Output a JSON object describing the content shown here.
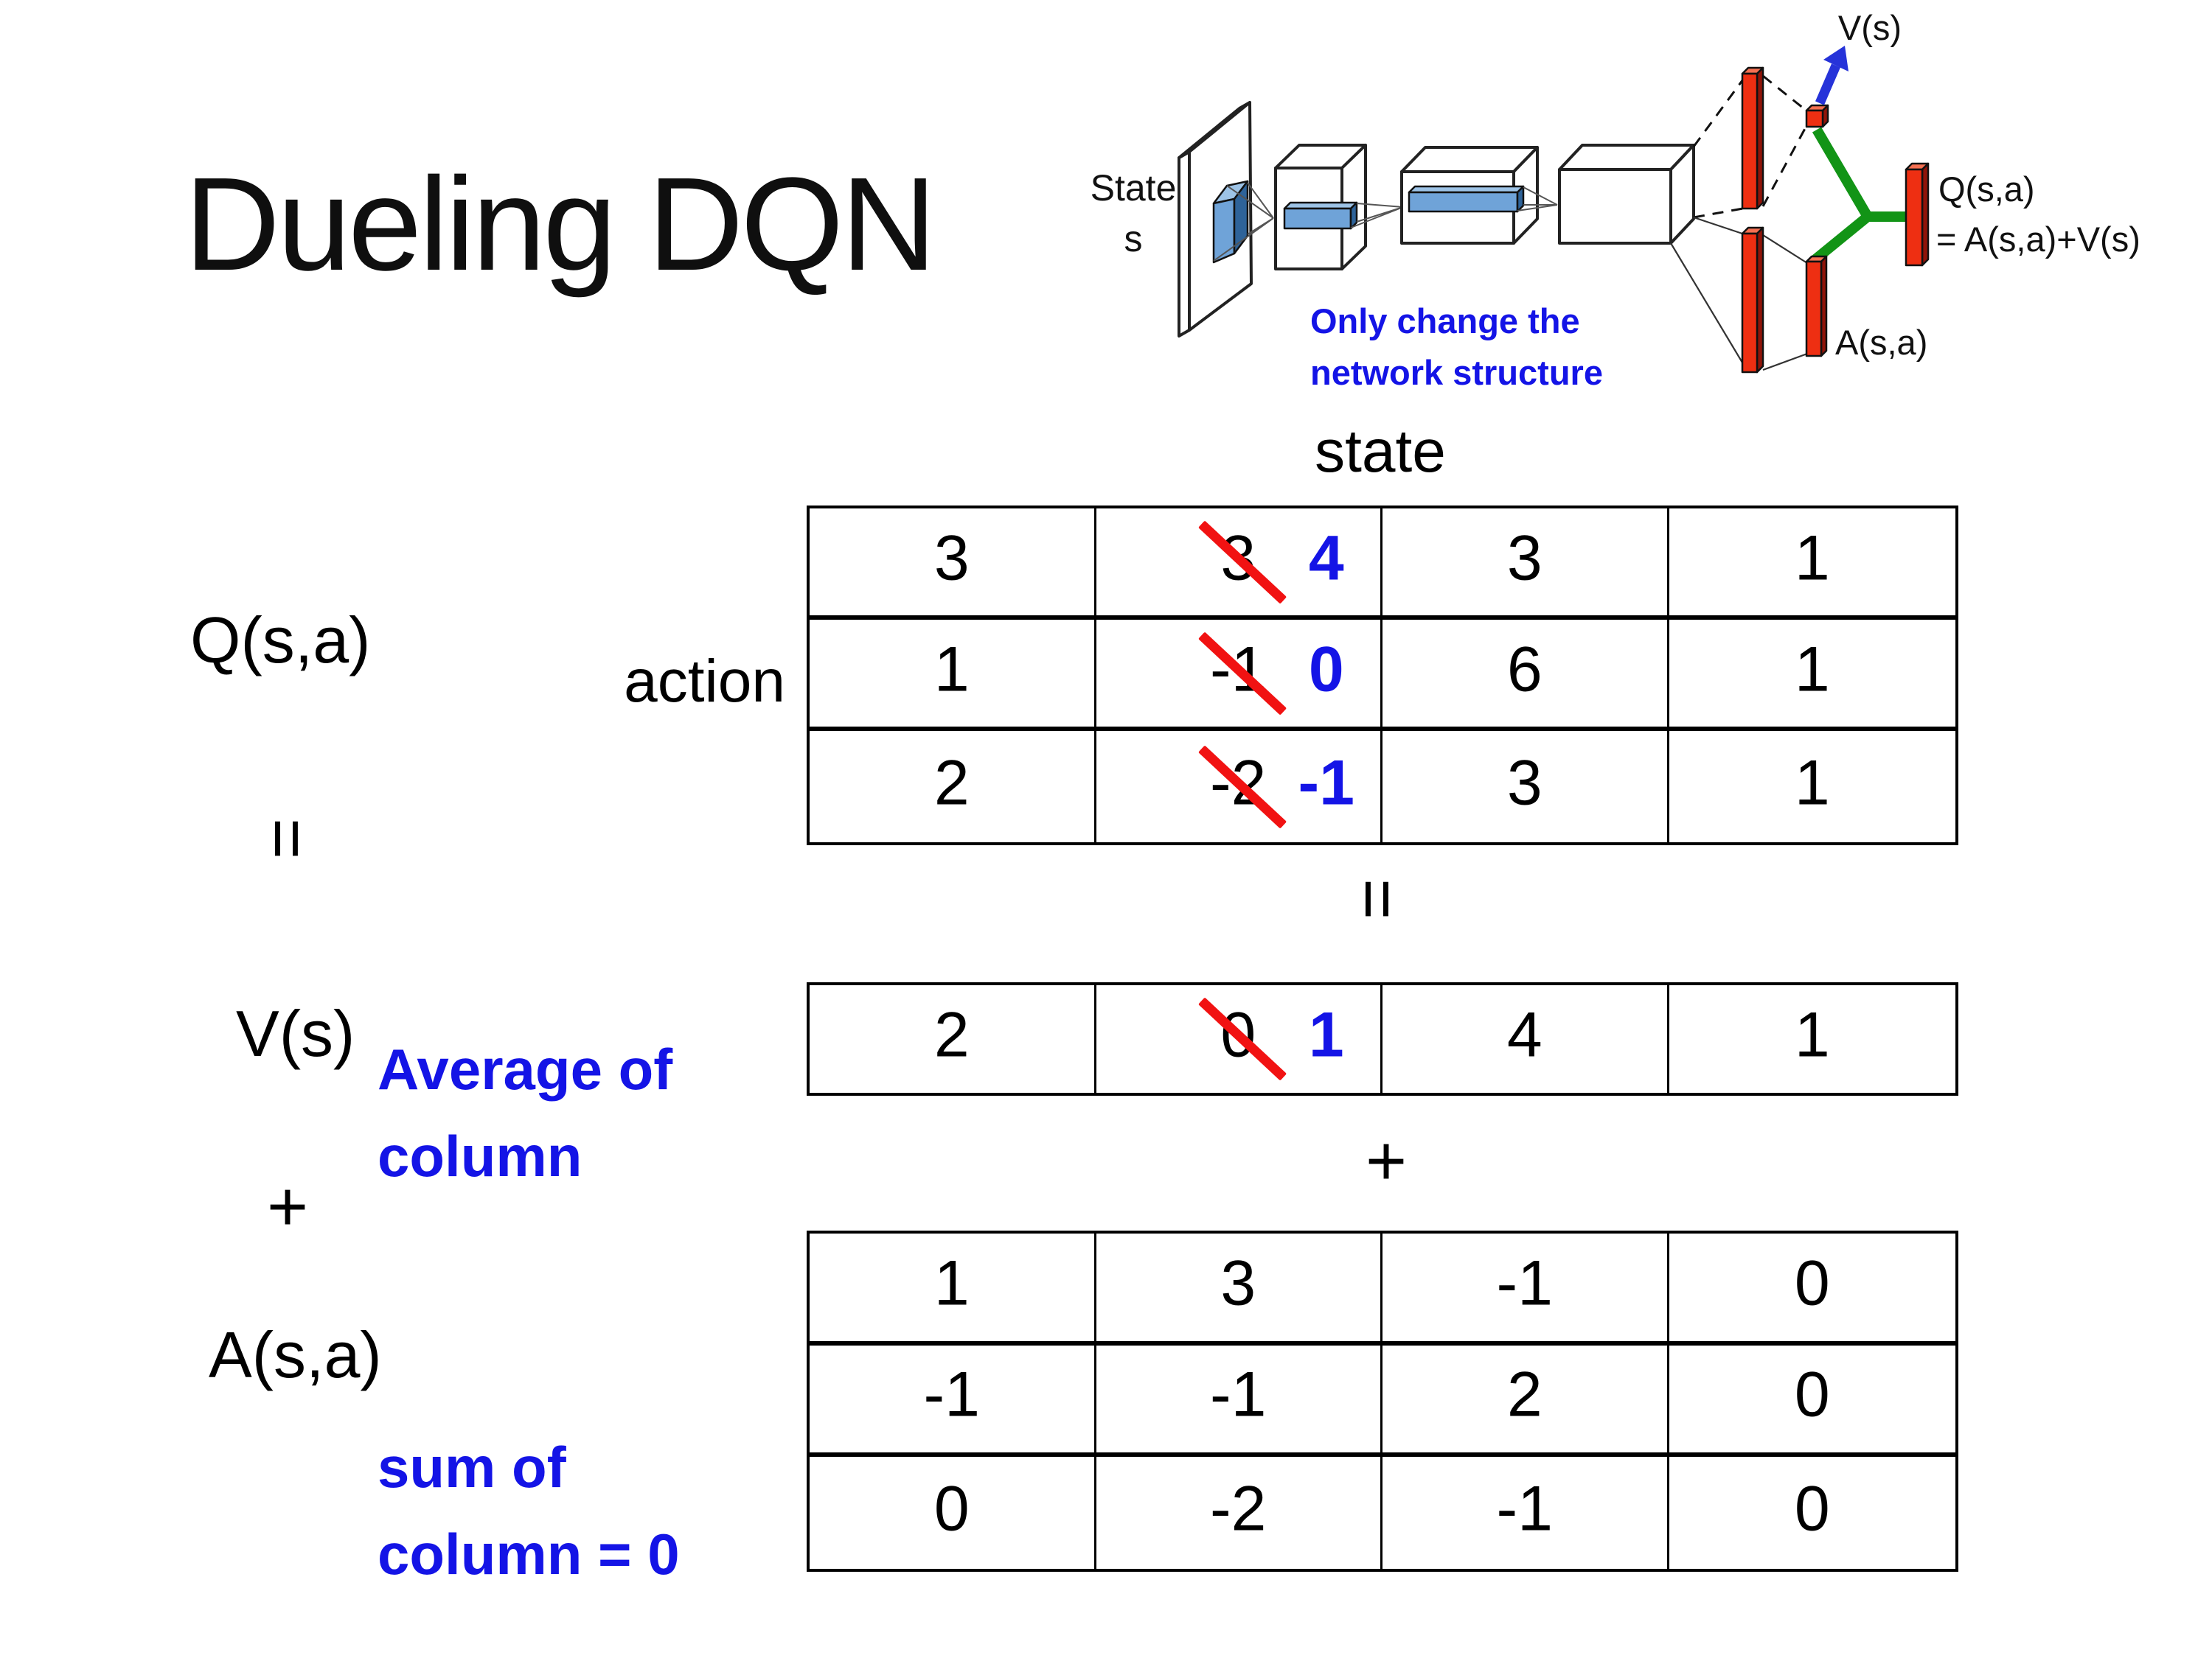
{
  "slide": {
    "title": "Dueling DQN"
  },
  "diagram": {
    "state_line1": "State",
    "state_line2": "s",
    "note_line1": "Only change the",
    "note_line2": "network structure",
    "v_output_label": "V(s)",
    "q_output_label_line1": "Q(s,a)",
    "q_output_label_line2": "= A(s,a)+V(s)",
    "a_output_label": "A(s,a)"
  },
  "equation": {
    "q_label": "Q(s,a)",
    "equals_left": "=",
    "v_label": "V(s)",
    "plus_left": "+",
    "a_label": "A(s,a)",
    "equals_mid": "=",
    "plus_mid": "+",
    "state_header": "state",
    "action_header": "action",
    "average_note_line1": "Average of",
    "average_note_line2": "column",
    "sum_note_line1": "sum of",
    "sum_note_line2": "column = 0"
  },
  "q_table": {
    "struck_column_index": 1,
    "rows": [
      {
        "cells": [
          "3",
          "3",
          "3",
          "1"
        ],
        "new_value": "4"
      },
      {
        "cells": [
          "1",
          "-1",
          "6",
          "1"
        ],
        "new_value": "0"
      },
      {
        "cells": [
          "2",
          "-2",
          "3",
          "1"
        ],
        "new_value": "-1"
      }
    ]
  },
  "v_table": {
    "struck_column_index": 1,
    "rows": [
      {
        "cells": [
          "2",
          "0",
          "4",
          "1"
        ],
        "new_value": "1"
      }
    ]
  },
  "a_table": {
    "rows": [
      {
        "cells": [
          "1",
          "3",
          "-1",
          "0"
        ]
      },
      {
        "cells": [
          "-1",
          "-1",
          "2",
          "0"
        ]
      },
      {
        "cells": [
          "0",
          "-2",
          "-1",
          "0"
        ]
      }
    ]
  },
  "colors": {
    "accent_blue": "#1414e6",
    "strike_red": "#f11212",
    "bar_red": "#ee2f12",
    "connector_green": "#129416",
    "conv_blue": "#6fa3d8"
  }
}
